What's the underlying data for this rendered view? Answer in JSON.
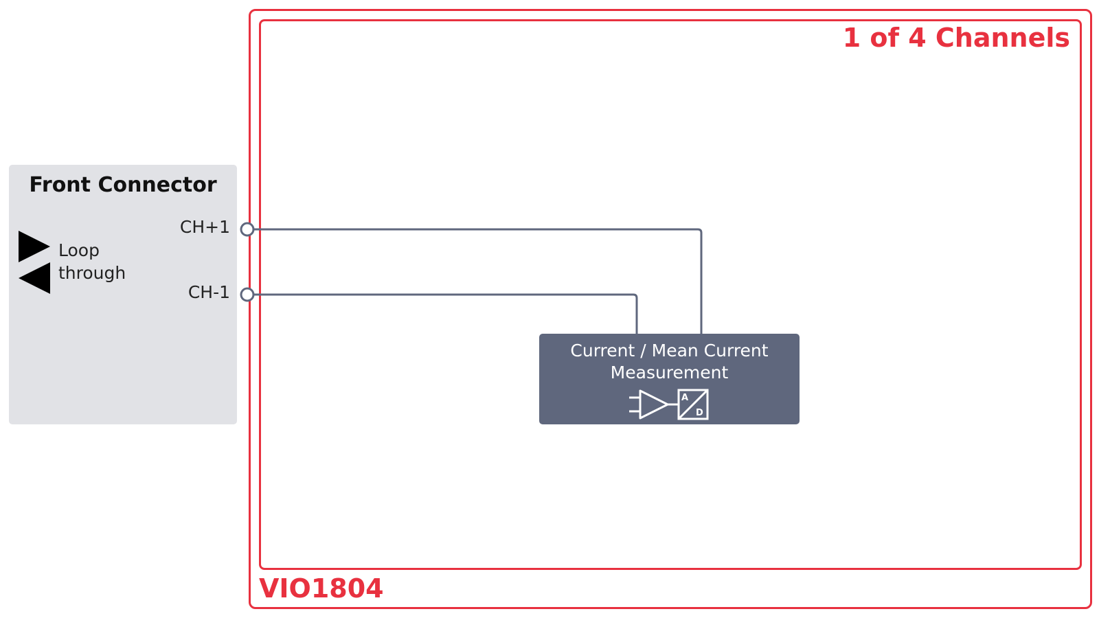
{
  "diagram": {
    "channels_label": "1 of 4 Channels",
    "device_label": "VIO1804",
    "front_connector": {
      "title": "Front Connector",
      "loop_through": [
        "Loop",
        "through"
      ],
      "pins": {
        "plus": "CH+1",
        "minus": "CH-1"
      }
    },
    "measurement_block": {
      "title_lines": [
        "Current / Mean Current",
        "Measurement"
      ],
      "adc_top": "A",
      "adc_bottom": "D",
      "icons": [
        "amplifier-icon",
        "ad-converter-icon"
      ]
    },
    "colors": {
      "frame": "#e8313f",
      "connector_panel": "#e1e2e6",
      "block": "#5f677d",
      "wire": "#5f677d"
    }
  }
}
